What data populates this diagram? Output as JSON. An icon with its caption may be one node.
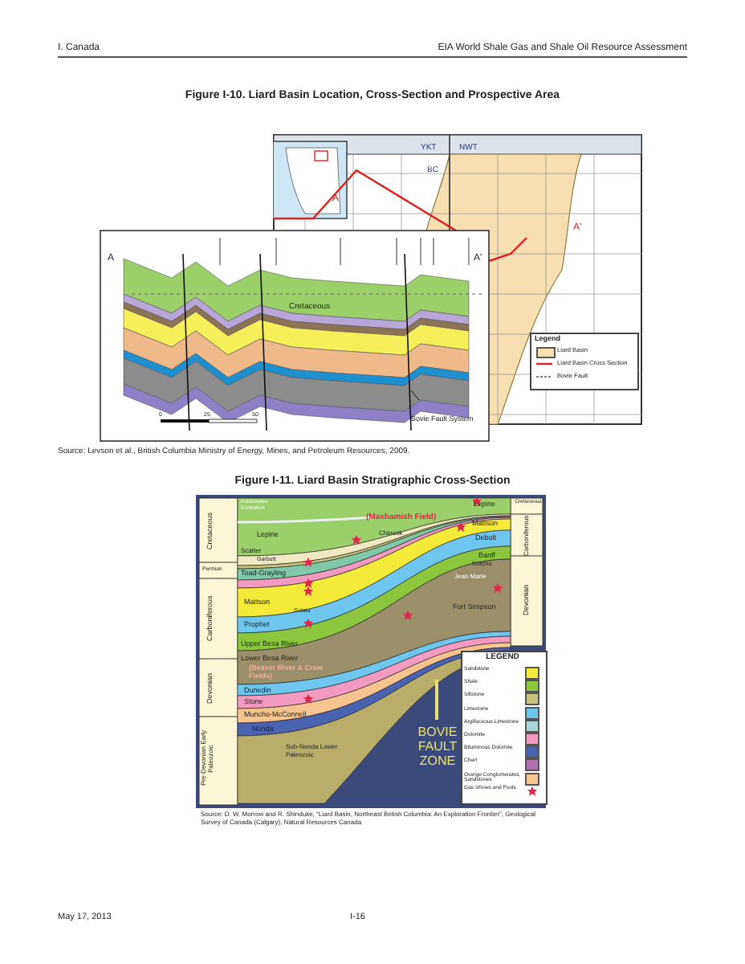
{
  "diagram": {
    "labels": [
      "I. Canada",
      "EIA World Shale Gas and Shale Oil Resource Assessment",
      "Figure I-10.  Liard Basin Location, Cross-Section and Prospective Area",
      "YKT",
      "NWT",
      "BC",
      "A",
      "A'",
      "Legend",
      "A",
      "A'",
      "Cretaceous",
      "Bovie Fault System",
      "0",
      "25",
      "50",
      "Source: Levson et al., British Columbia Ministry of Energy, Mines, and Petroleum Resources, 2009.",
      "Figure I-11.  Liard Basin Stratigraphic Cross-Section",
      "Cretaceous",
      "Permian",
      "Carboniferous",
      "Devonian",
      "Pre-Devonian Early Paleozoic",
      "Cretaceous",
      "Carboniferous",
      "Devonian",
      "Kotaneelee Formation",
      "Lepine",
      "(Maxhamish Field)",
      "Chinook",
      "Scatter",
      "Garbutt",
      "Toad-Grayling",
      "Mattson",
      "Golata",
      "Prophet",
      "Upper Besa River",
      "Lower Besa River",
      "(Beaver River & Crow Fields)",
      "Dunedin",
      "Stone",
      "Muncho-McConnell",
      "Nonda",
      "Sub-Nonda Lower Paleozoic",
      "Lepine",
      "Mattson",
      "Debolt",
      "Banff",
      "Kotcho",
      "Jean Marie",
      "Fort Simpson",
      "BOVIE FAULT ZONE",
      "LEGEND",
      "Source: D. W. Morrow and R. Shinduke, “Liard Basin, Northeast British Columbia: An Exploration Frontier”, Geological Survey of Canada (Calgary), Natural Resources Canada",
      "May 17, 2013",
      "I-16"
    ],
    "legend": [
      {
        "text": "Liard Basin",
        "color": "#f6dfb0"
      },
      {
        "text": "Liard Basin Cross Section"
      },
      {
        "text": "Bovie Fault"
      },
      {
        "text": "Sandstone",
        "color": "#f5e93a"
      },
      {
        "text": "Shale",
        "color": "#8cc63f"
      },
      {
        "text": "Siltstone",
        "color": "#c9c27a"
      },
      {
        "text": "Limestone",
        "color": "#6ec6ee"
      },
      {
        "text": "Argillaceous Limestone",
        "color": "#a8d8d8"
      },
      {
        "text": "Dolomite",
        "color": "#f29ac0"
      },
      {
        "text": "Bituminous Dolomite",
        "color": "#4a62b0"
      },
      {
        "text": "Chert",
        "color": "#b06fb0"
      },
      {
        "text": "Orange Conglomerates, Sandstones",
        "color": "#f7c38f"
      },
      {
        "text": "Gas Shows and Pools"
      }
    ]
  }
}
